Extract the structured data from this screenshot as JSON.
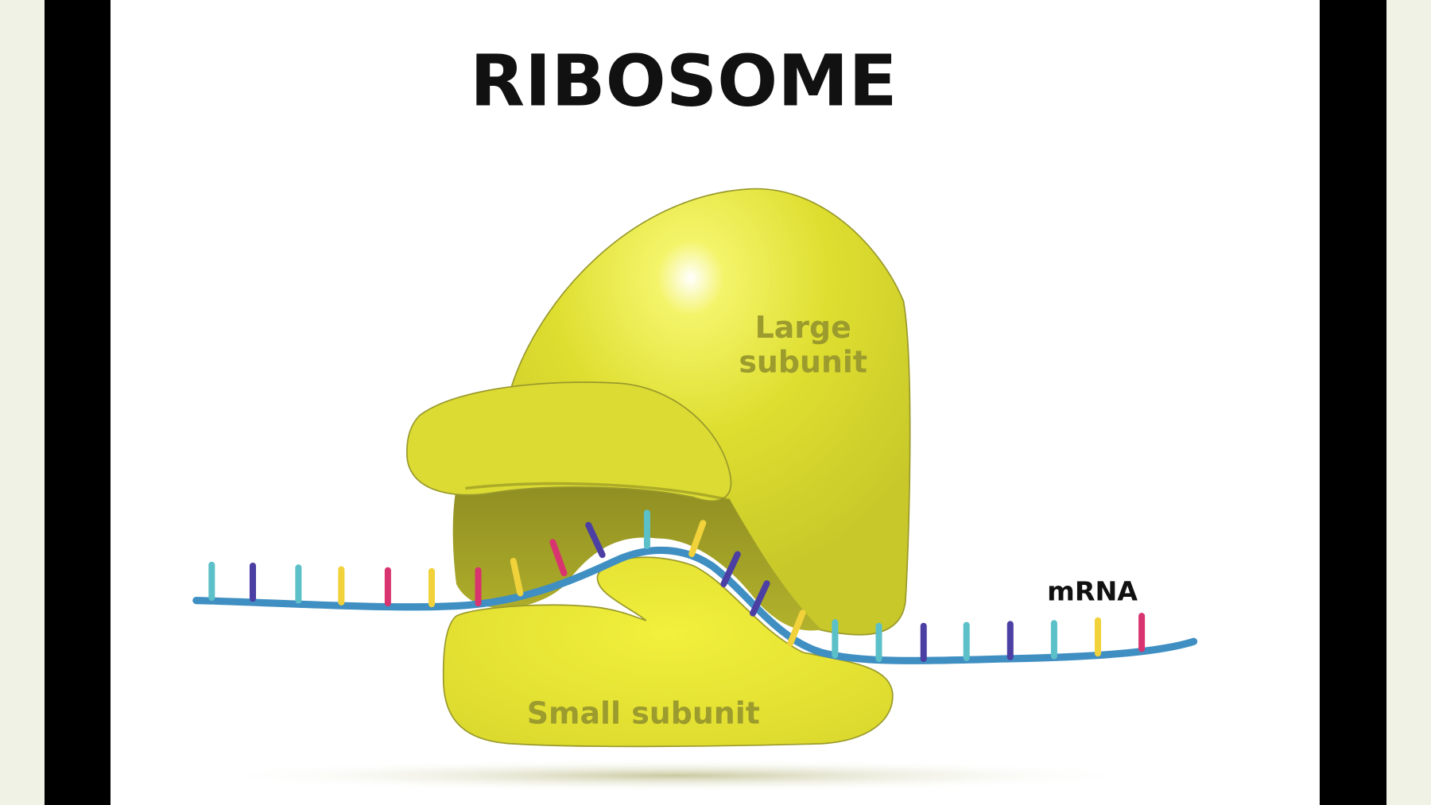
{
  "title": "RIBOSOME",
  "labels": {
    "large_subunit_line1": "Large",
    "large_subunit_line2": "subunit",
    "small_subunit": "Small subunit",
    "mrna": "mRNA"
  },
  "colors": {
    "subunit_fill": "#e6e535",
    "subunit_dark": "#a9a82a",
    "label_olive": "#9c9b2e",
    "mrna_strand": "#3f8fc2"
  },
  "mrna_codon_colors": [
    "#5cc0c9",
    "#4b3fa3",
    "#5cc0c9",
    "#f1d23b",
    "#d8346f",
    "#f1d23b",
    "#d8346f",
    "#f1d23b",
    "#d8346f",
    "#4b3fa3",
    "#5cc0c9",
    "#f1d23b",
    "#4b3fa3",
    "#4b3fa3",
    "#f1d23b",
    "#5cc0c9",
    "#5cc0c9",
    "#4b3fa3",
    "#5cc0c9",
    "#4b3fa3",
    "#5cc0c9",
    "#f1d23b",
    "#d8346f"
  ]
}
